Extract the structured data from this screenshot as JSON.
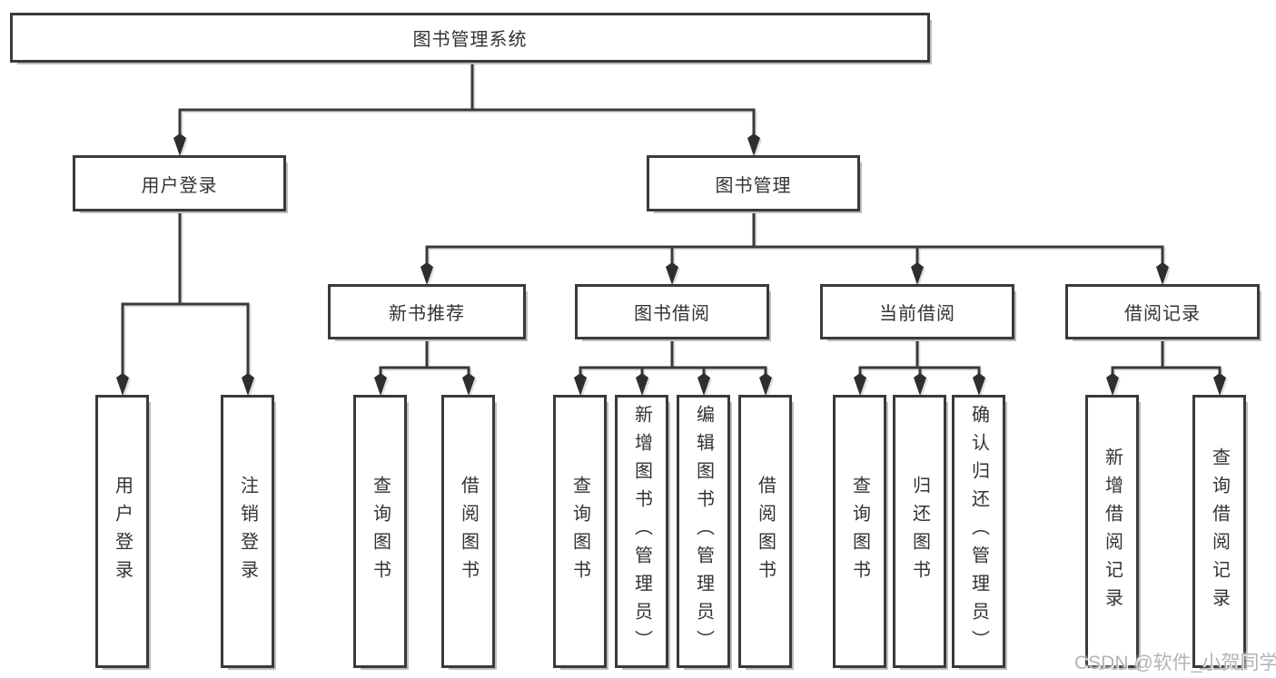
{
  "tree": {
    "label": "图书管理系统",
    "children": [
      {
        "label": "用户登录",
        "children": [
          {
            "label": "用户登录"
          },
          {
            "label": "注销登录"
          }
        ]
      },
      {
        "label": "图书管理",
        "children": [
          {
            "label": "新书推荐",
            "children": [
              {
                "label": "查询图书"
              },
              {
                "label": "借阅图书"
              }
            ]
          },
          {
            "label": "图书借阅",
            "children": [
              {
                "label": "查询图书"
              },
              {
                "label": "新增图书（管理员）"
              },
              {
                "label": "编辑图书（管理员）"
              },
              {
                "label": "借阅图书"
              }
            ]
          },
          {
            "label": "当前借阅",
            "children": [
              {
                "label": "查询图书"
              },
              {
                "label": "归还图书"
              },
              {
                "label": "确认归还（管理员）"
              }
            ]
          },
          {
            "label": "借阅记录",
            "children": [
              {
                "label": "新增借阅记录"
              },
              {
                "label": "查询借阅记录"
              }
            ]
          }
        ]
      }
    ]
  },
  "watermark": {
    "text": "CSDN @软件_小贺同学"
  },
  "colors": {
    "line": "#3a3a3a",
    "box_border": "#3a3a3a",
    "text": "#333333",
    "watermark": "#b3b3b3",
    "background": "#ffffff"
  }
}
